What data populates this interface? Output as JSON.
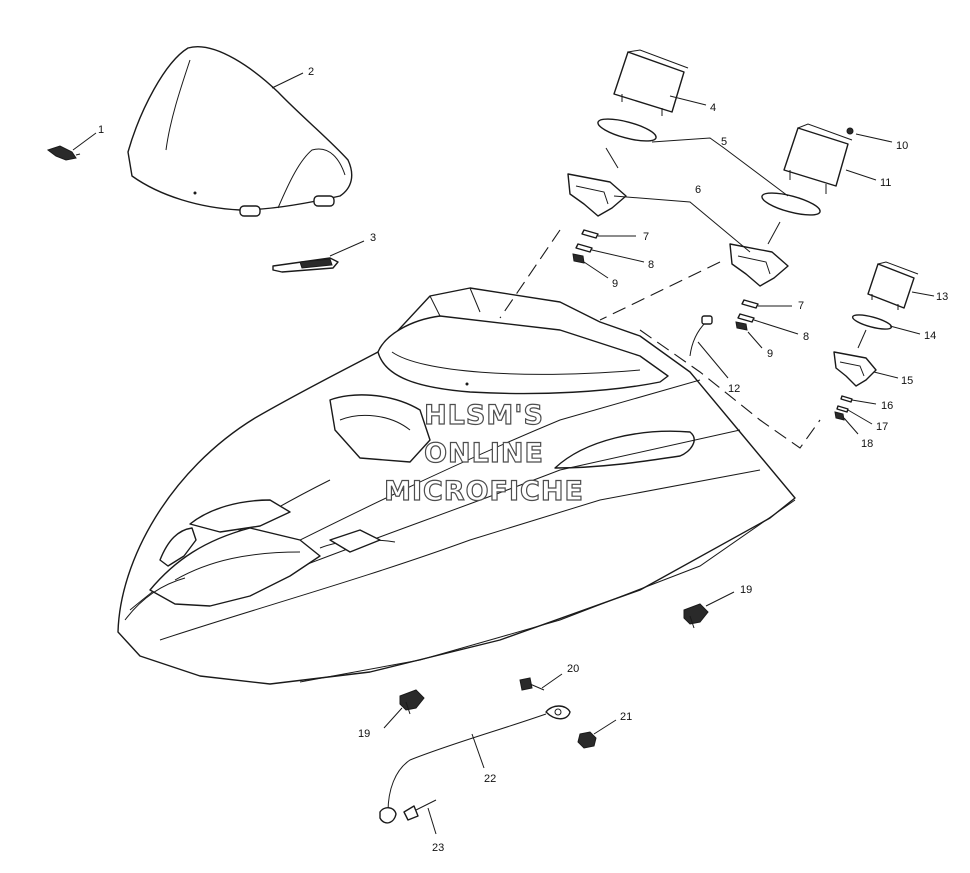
{
  "watermark": {
    "lines": [
      "HLSM'S",
      "ONLINE",
      "MICROFICHE"
    ]
  },
  "callouts": [
    {
      "id": "c1",
      "text": "1"
    },
    {
      "id": "c2",
      "text": "2"
    },
    {
      "id": "c3",
      "text": "3"
    },
    {
      "id": "c4",
      "text": "4"
    },
    {
      "id": "c5",
      "text": "5"
    },
    {
      "id": "c6",
      "text": "6"
    },
    {
      "id": "c7a",
      "text": "7"
    },
    {
      "id": "c8a",
      "text": "8"
    },
    {
      "id": "c9a",
      "text": "9"
    },
    {
      "id": "c7b",
      "text": "7"
    },
    {
      "id": "c8b",
      "text": "8"
    },
    {
      "id": "c9b",
      "text": "9"
    },
    {
      "id": "c10",
      "text": "10"
    },
    {
      "id": "c11",
      "text": "11"
    },
    {
      "id": "c12",
      "text": "12"
    },
    {
      "id": "c13",
      "text": "13"
    },
    {
      "id": "c14",
      "text": "14"
    },
    {
      "id": "c15",
      "text": "15"
    },
    {
      "id": "c16",
      "text": "16"
    },
    {
      "id": "c17",
      "text": "17"
    },
    {
      "id": "c18",
      "text": "18"
    },
    {
      "id": "c19a",
      "text": "19"
    },
    {
      "id": "c19b",
      "text": "19"
    },
    {
      "id": "c20",
      "text": "20"
    },
    {
      "id": "c21",
      "text": "21"
    },
    {
      "id": "c22",
      "text": "22"
    },
    {
      "id": "c23",
      "text": "23"
    }
  ]
}
